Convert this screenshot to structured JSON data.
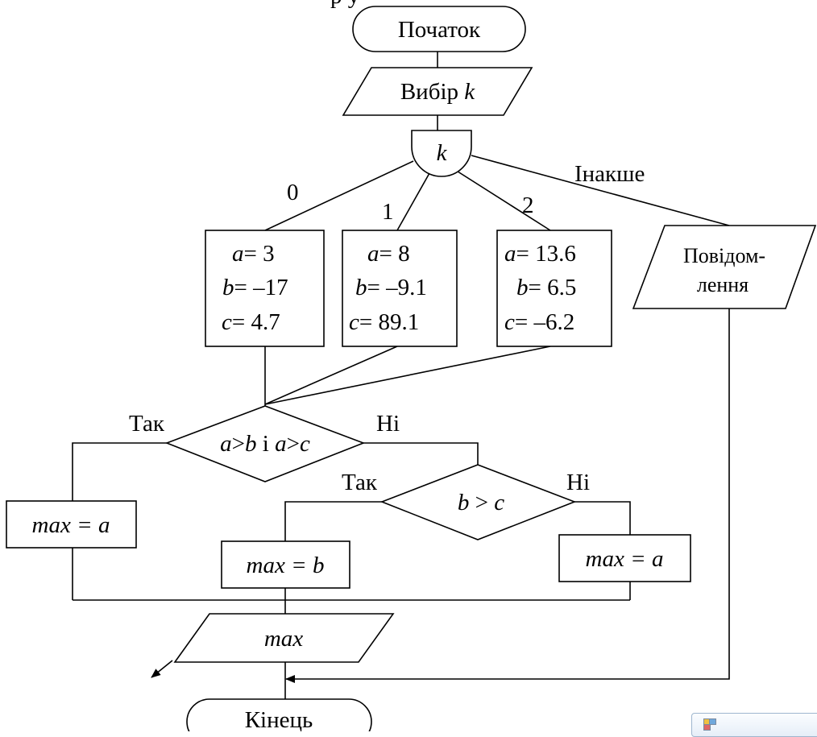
{
  "top_fragment": "р    у",
  "start": "Початок",
  "input": {
    "text": "Вибір ",
    "var": "k"
  },
  "selector": "k",
  "branch_labels": {
    "b0": "0",
    "b1": "1",
    "b2": "2",
    "else": "Інакше"
  },
  "case0": {
    "a": "= 3",
    "b": "= –17",
    "c": "= 4.7"
  },
  "case1": {
    "a": "= 8",
    "b": "= –9.1",
    "c": "= 89.1"
  },
  "case2": {
    "a": "= 13.6",
    "b": "= 6.5",
    "c": "= –6.2"
  },
  "message": {
    "line1": "Повідом-",
    "line2": "лення"
  },
  "cond1": {
    "a1": "a",
    "gt1": ">",
    "b": "b",
    "and": " і ",
    "a2": "a",
    "gt2": ">",
    "c": "c",
    "yes": "Так",
    "no": "Ні"
  },
  "cond2": {
    "b": "b",
    "gt": " > ",
    "c": "c",
    "yes": "Так",
    "no": "Ні"
  },
  "max_left": {
    "var": "max",
    "eq": " = ",
    "val": "a"
  },
  "max_mid": {
    "var": "max",
    "eq": " = ",
    "val": "b"
  },
  "max_right": {
    "var": "max",
    "eq": " = ",
    "val": "a"
  },
  "output": "max",
  "end": "Кінець",
  "var_names": {
    "a": "a",
    "b": "b",
    "c": "c"
  }
}
